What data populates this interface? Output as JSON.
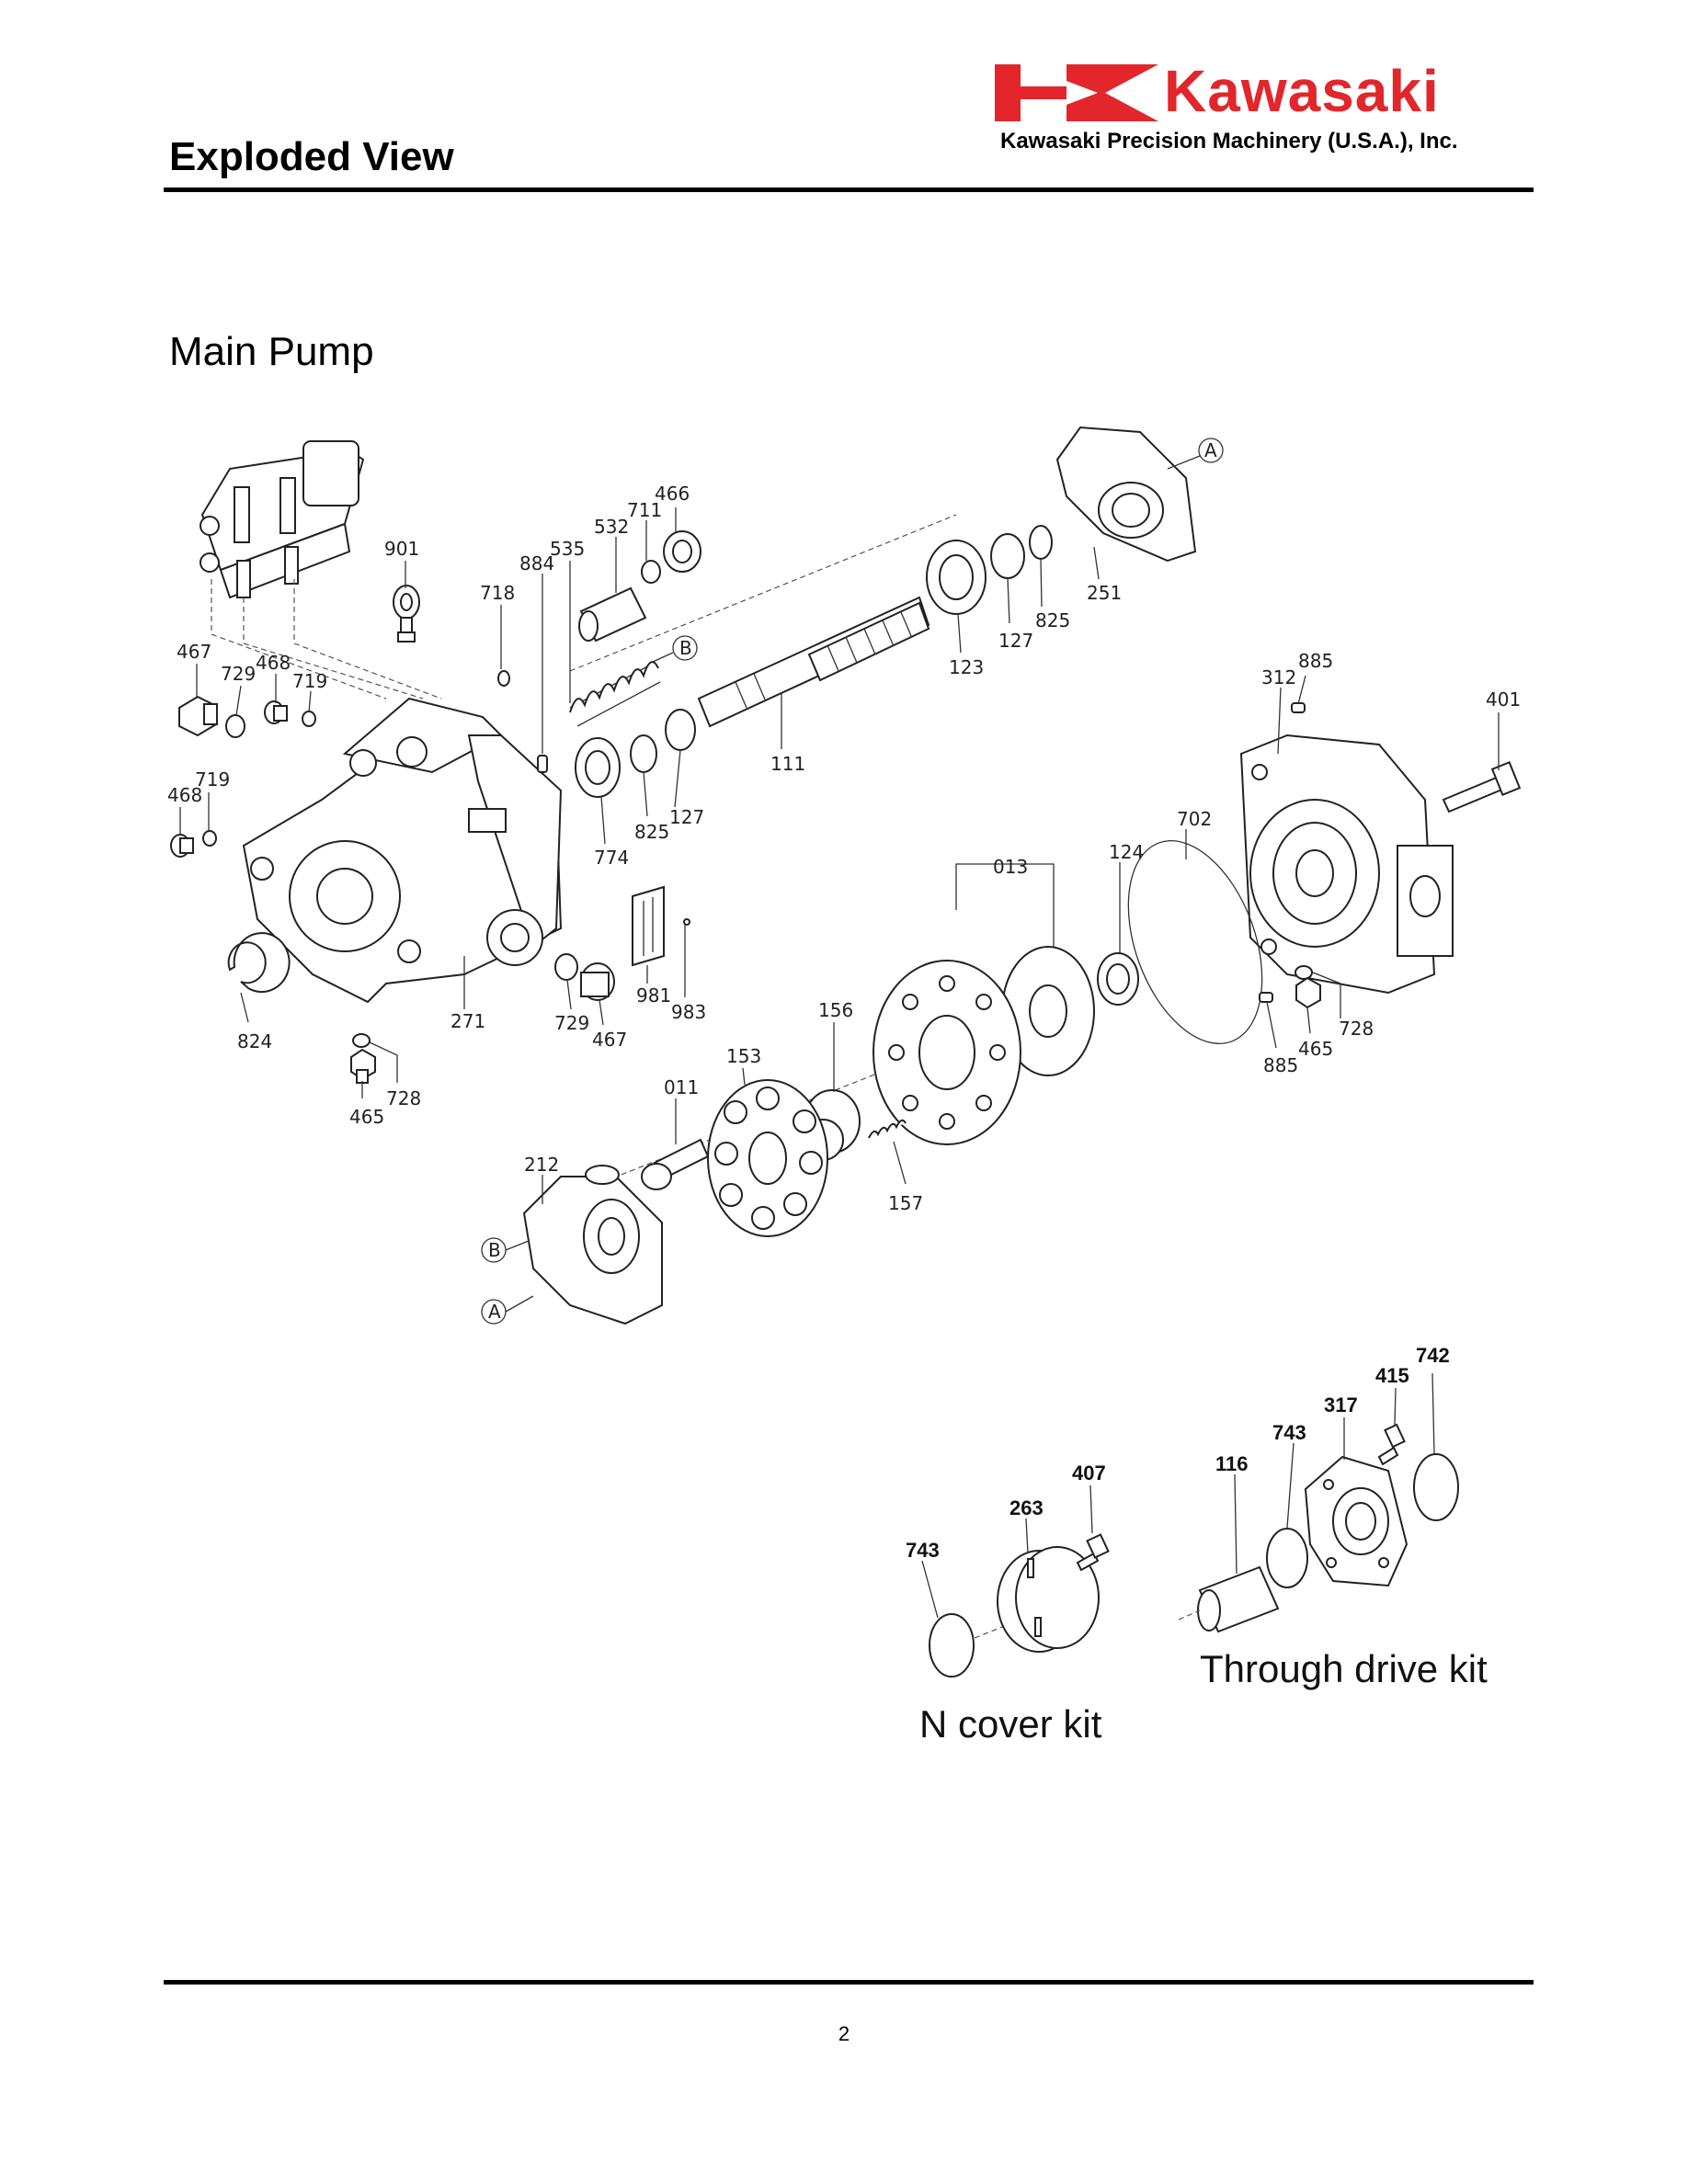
{
  "header": {
    "title": "Exploded View",
    "logo_name": "Kawasaki",
    "logo_subtitle": "Kawasaki Precision Machinery (U.S.A.), Inc.",
    "logo_color": "#e2262b"
  },
  "section": {
    "title": "Main Pump"
  },
  "main_labels": {
    "p901": "901",
    "p718": "718",
    "p884": "884",
    "p535": "535",
    "p532": "532",
    "p711": "711",
    "p466": "466",
    "p467a": "467",
    "p729a": "729",
    "p468a": "468",
    "p719a": "719",
    "p468b": "468",
    "p719b": "719",
    "p824": "824",
    "p465a": "465",
    "p728a": "728",
    "p271": "271",
    "p729b": "729",
    "p467b": "467",
    "p981": "981",
    "p983": "983",
    "p774": "774",
    "p825a": "825",
    "p127a": "127",
    "p111": "111",
    "p123": "123",
    "p127b": "127",
    "p825b": "825",
    "p251": "251",
    "p312": "312",
    "p885a": "885",
    "p401": "401",
    "p702": "702",
    "p124": "124",
    "p013": "013",
    "p885b": "885",
    "p465b": "465",
    "p728b": "728",
    "p156": "156",
    "p153": "153",
    "p011": "011",
    "p157": "157",
    "p212": "212",
    "ref_a1": "A",
    "ref_b1": "B",
    "ref_b2": "B",
    "ref_a2": "A"
  },
  "n_cover_kit": {
    "title": "N cover kit",
    "labels": {
      "p743": "743",
      "p263": "263",
      "p407": "407"
    }
  },
  "through_drive_kit": {
    "title": "Through drive kit",
    "labels": {
      "p116": "116",
      "p743": "743",
      "p317": "317",
      "p415": "415",
      "p742": "742"
    }
  },
  "footer": {
    "page_number": "2"
  }
}
